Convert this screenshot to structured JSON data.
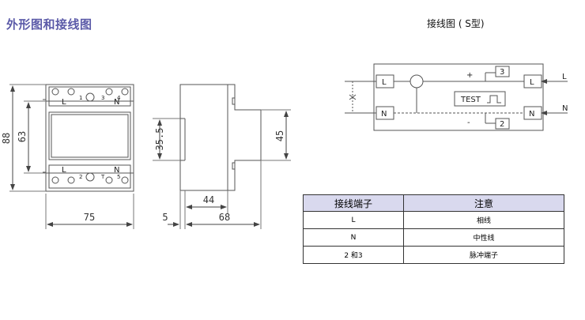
{
  "header": {
    "title": "外形图和接线图"
  },
  "wiring": {
    "title": "接线图 ( S型)",
    "terminals": {
      "in_L": "L",
      "in_N": "N",
      "out_L": "L",
      "out_N": "N",
      "t3": "3",
      "t2": "2"
    },
    "test_label": "TEST",
    "plus": "+",
    "minus": "-",
    "arrow_L": "L",
    "arrow_N": "N"
  },
  "front_view": {
    "dims": {
      "width": "75",
      "height_outer": "88",
      "height_inner": "63"
    },
    "top_labels": [
      "L",
      "N"
    ],
    "bottom_labels": [
      "L",
      "N"
    ],
    "top_small": [
      "1",
      "3",
      "4"
    ],
    "bottom_small": [
      "2",
      "T",
      "5"
    ]
  },
  "side_view": {
    "dims": {
      "left_height": "35.5",
      "right_height": "45",
      "bottom_inner": "44",
      "depth": "68",
      "offset": "5"
    }
  },
  "table": {
    "headers": [
      "接线端子",
      "注意"
    ],
    "rows": [
      [
        "L",
        "相线"
      ],
      [
        "N",
        "中性线"
      ],
      [
        "2 和3",
        "脉冲端子"
      ]
    ]
  }
}
